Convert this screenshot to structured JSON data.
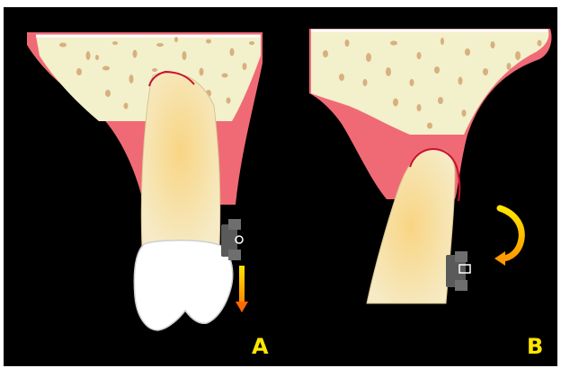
{
  "figure": {
    "panels": [
      {
        "id": "A",
        "label": "A"
      },
      {
        "id": "B",
        "label": "B"
      }
    ],
    "colors": {
      "background": "#000000",
      "gum": "#f06a76",
      "gum_edge": "#ffb0b8",
      "bone": "#f3f0cc",
      "bone_pores": "#d8b07e",
      "root": "#f6e4b0",
      "root_center": "#f8d584",
      "crown": "#ffffff",
      "bracket": "#5a5a5a",
      "arrow": "#ffe600",
      "arrow_tip": "#ff6a00",
      "label": "#ffe600",
      "outline_red": "#c8102e"
    },
    "icons": [
      "downward-force-arrow",
      "rotation-arrow",
      "orthodontic-bracket"
    ]
  }
}
